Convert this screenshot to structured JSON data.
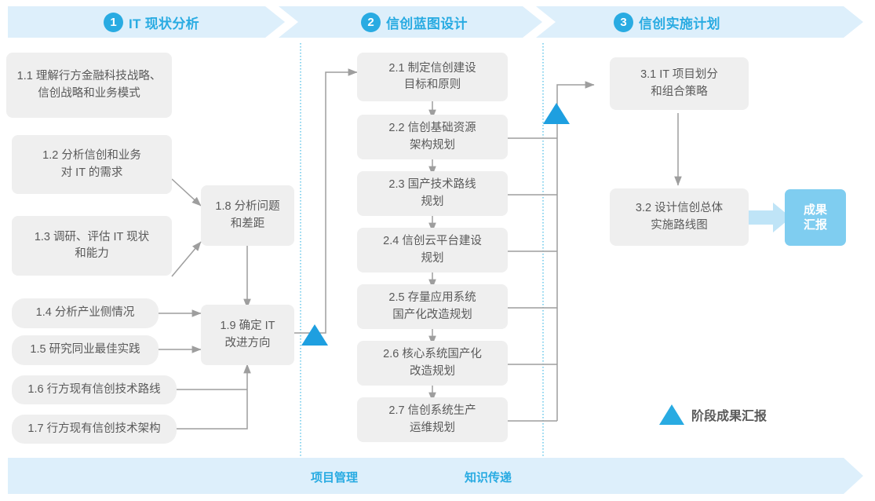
{
  "phases": [
    {
      "num": "1",
      "title": "IT 现状分析"
    },
    {
      "num": "2",
      "title": "信创蓝图设计"
    },
    {
      "num": "3",
      "title": "信创实施计划"
    }
  ],
  "footer": {
    "items": [
      "项目管理",
      "知识传递"
    ]
  },
  "phase1_steps": [
    {
      "id": "1.1",
      "label": "1.1 理解行方金融科技战略、\n信创战略和业务模式"
    },
    {
      "id": "1.2",
      "label": "1.2 分析信创和业务\n对 IT 的需求"
    },
    {
      "id": "1.3",
      "label": "1.3 调研、评估 IT 现状\n和能力"
    },
    {
      "id": "1.4",
      "label": "1.4 分析产业侧情况"
    },
    {
      "id": "1.5",
      "label": "1.5 研究同业最佳实践"
    },
    {
      "id": "1.6",
      "label": "1.6 行方现有信创技术路线"
    },
    {
      "id": "1.7",
      "label": "1.7 行方现有信创技术架构"
    },
    {
      "id": "1.8",
      "label": "1.8 分析问题\n和差距"
    },
    {
      "id": "1.9",
      "label": "1.9 确定 IT\n改进方向"
    }
  ],
  "phase2_steps": [
    {
      "id": "2.1",
      "label": "2.1 制定信创建设\n目标和原则"
    },
    {
      "id": "2.2",
      "label": "2.2 信创基础资源\n架构规划"
    },
    {
      "id": "2.3",
      "label": "2.3 国产技术路线\n规划"
    },
    {
      "id": "2.4",
      "label": "2.4 信创云平台建设\n规划"
    },
    {
      "id": "2.5",
      "label": "2.5 存量应用系统\n国产化改造规划"
    },
    {
      "id": "2.6",
      "label": "2.6 核心系统国产化\n改造规划"
    },
    {
      "id": "2.7",
      "label": "2.7 信创系统生产\n运维规划"
    }
  ],
  "phase3_steps": [
    {
      "id": "3.1",
      "label": "3.1 IT 项目划分\n和组合策略"
    },
    {
      "id": "3.2",
      "label": "3.2 设计信创总体\n实施路线图"
    }
  ],
  "result_badge": {
    "label": "成果\n汇报"
  },
  "legend": {
    "icon": "milestone-triangle-icon",
    "label": "阶段成果汇报"
  },
  "colors": {
    "accent_blue": "#29abe2",
    "banner_fill": "#ddeffb",
    "box_fill": "#efefef",
    "box_text": "#5a5a5a",
    "badge_fill": "#7fcdf0",
    "wire": "#9e9e9e",
    "divider": "#5bc3e8"
  }
}
